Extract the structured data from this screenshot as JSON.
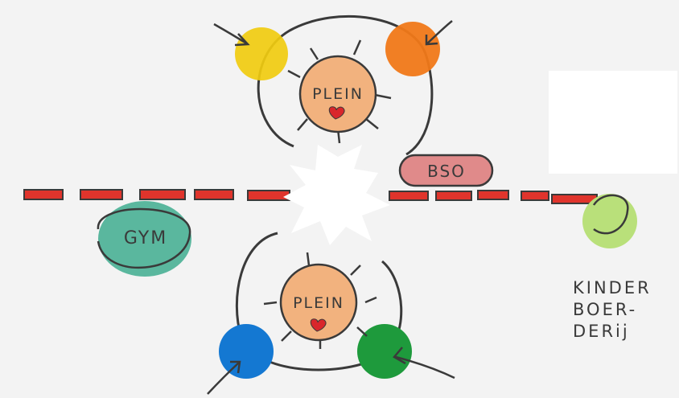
{
  "labels": {
    "plein_top": "PLEIN",
    "plein_bottom": "PLEIN",
    "bso": "BSO",
    "gym": "GYM",
    "kinderboerderij_lines": [
      "KINDER",
      "BOER-",
      "DERij"
    ]
  },
  "colors": {
    "background": "#f3f3f3",
    "plein": "#f2b27e",
    "yellow": "#f1cc10",
    "orange": "#f07818",
    "blue": "#1478d2",
    "green": "#1e9a3c",
    "gym": "#5ab79e",
    "bso": "#e08a8a",
    "kinderboerderij": "#b9e07a",
    "dash": "#e0342c",
    "heart": "#d9262b",
    "ink": "#3a3a3a"
  }
}
